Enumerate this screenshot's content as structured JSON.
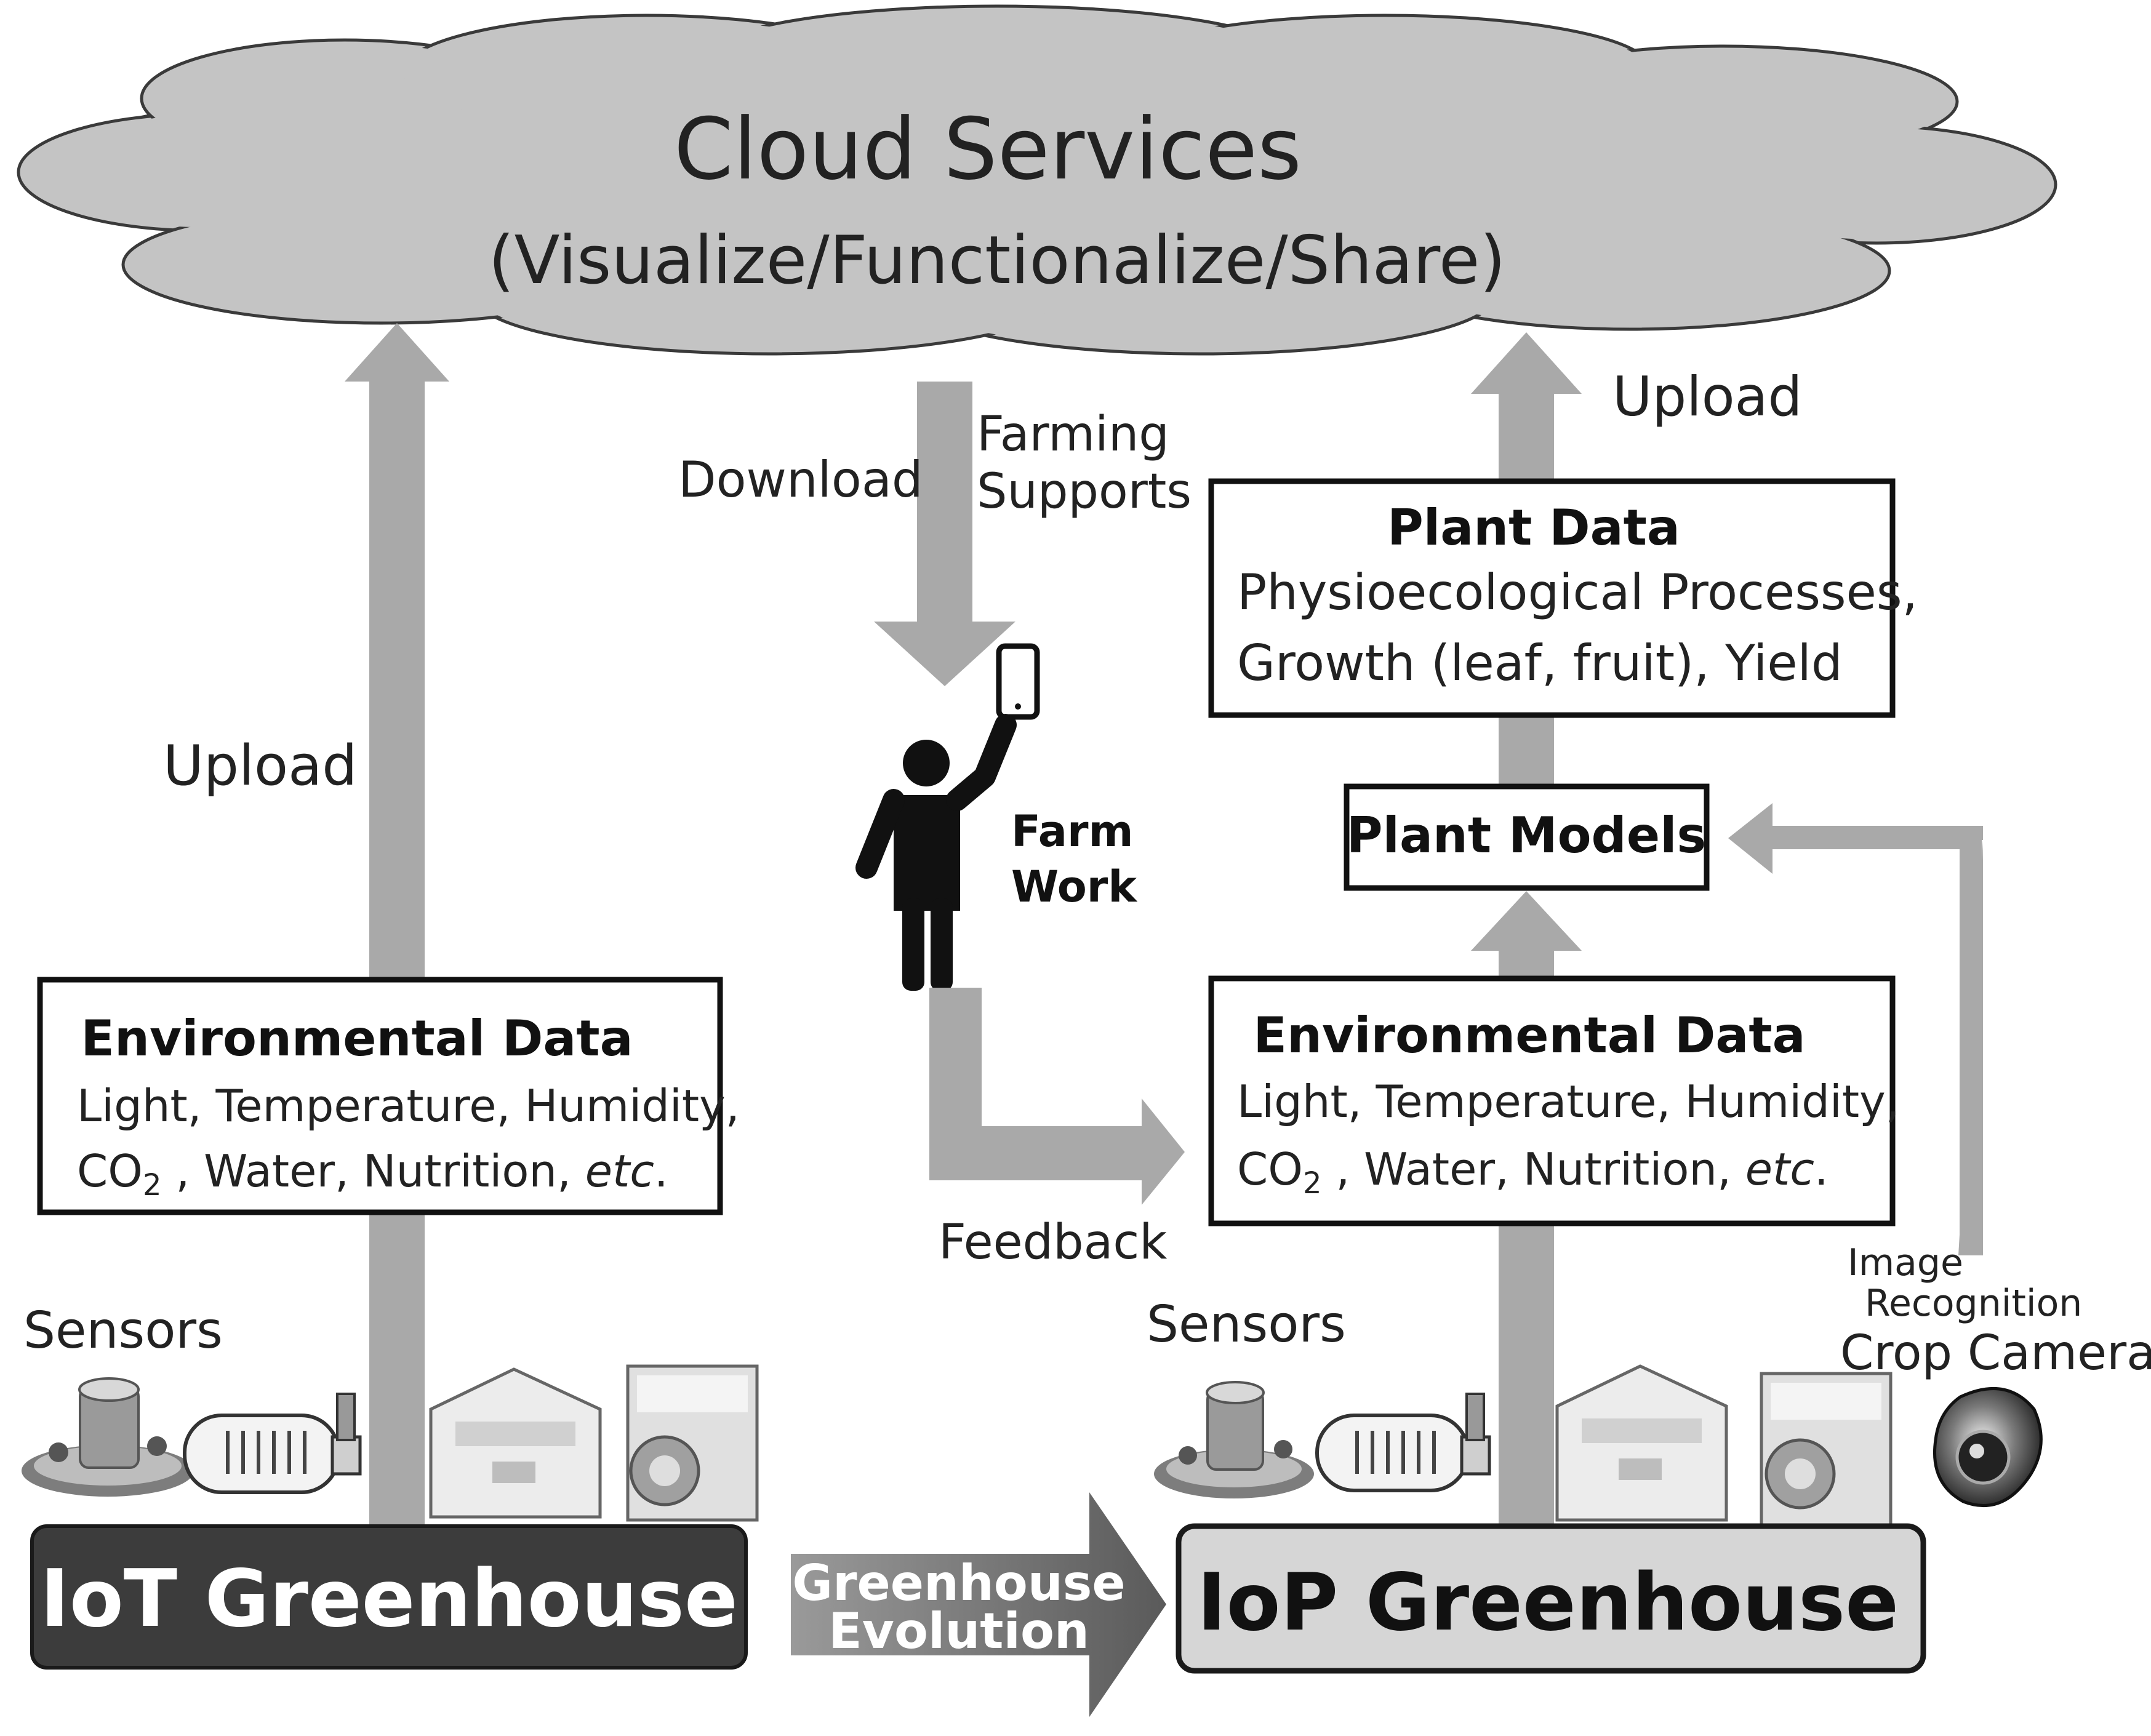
{
  "cloud": {
    "title": "Cloud Services",
    "subtitle": "(Visualize/Functionalize/Share)"
  },
  "left": {
    "upload_label": "Upload",
    "env_box": {
      "title": "Environmental Data",
      "line1": "Light, Temperature, Humidity,",
      "line2_co": "CO",
      "line2_sub": "2",
      "line2_rest": " ,  Water, Nutrition, ",
      "line2_etc": "etc",
      "line2_end": "."
    },
    "sensors_label": "Sensors",
    "greenhouse_label": "IoT Greenhouse"
  },
  "middle": {
    "download_label": "Download",
    "farming_line1": "Farming",
    "farming_line2": "Supports",
    "farm_line1": "Farm",
    "farm_line2": "Work",
    "feedback_label": "Feedback",
    "evolution_line1": "Greenhouse",
    "evolution_line2": "Evolution"
  },
  "right": {
    "upload_label": "Upload",
    "plant_data": {
      "title": "Plant Data",
      "line1": "Physioecological Processes,",
      "line2": "Growth (leaf, fruit), Yield"
    },
    "plant_models_label": "Plant Models",
    "env_box": {
      "title": "Environmental Data",
      "line1": "Light, Temperature, Humidity,",
      "line2_co": "CO",
      "line2_sub": "2",
      "line2_rest": " ,  Water, Nutrition, ",
      "line2_etc": "etc",
      "line2_end": "."
    },
    "image_line1": "Image",
    "image_line2": "Recognition",
    "crop_camera_label": "Crop Camera",
    "sensors_label": "Sensors",
    "greenhouse_label": "IoP Greenhouse"
  },
  "colors": {
    "cloud_fill": "#c4c4c4",
    "arrow_gray": "#a9a9a9",
    "iot_box": "#3c3c3c",
    "iop_box": "#d6d6d6"
  }
}
